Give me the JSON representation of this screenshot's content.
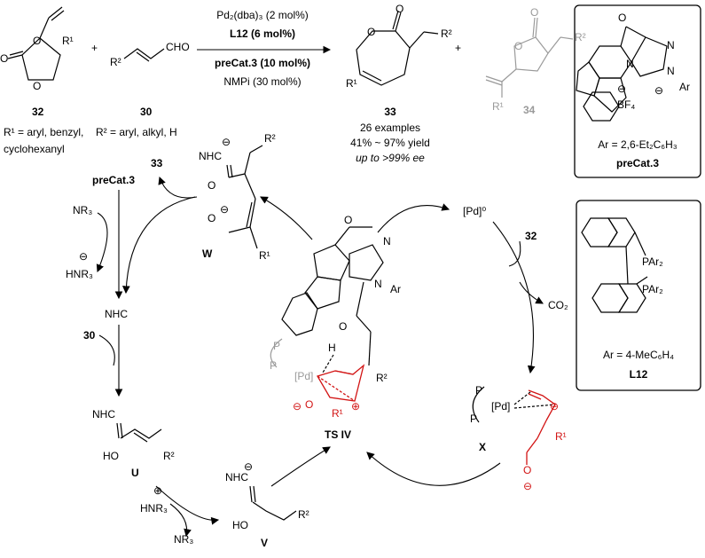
{
  "reaction": {
    "reagents": [
      "Pd₂(dba)₃ (2 mol%)",
      "L12 (6 mol%)",
      "preCat.3 (10 mol%)",
      "NMPi (30 mol%)"
    ],
    "substrate_a": {
      "number": "32",
      "note_line1": "R¹ = aryl, benzyl,",
      "note_line2": "cyclohexanyl"
    },
    "substrate_b": {
      "number": "30",
      "note": "R² = aryl, alkyl, H",
      "cho": "CHO"
    },
    "product_main": {
      "number": "33",
      "results": [
        "26 examples",
        "41% ~ 97% yield",
        "up to >99% ee"
      ]
    },
    "product_side": {
      "number": "34"
    },
    "plus": "+"
  },
  "precatalyst_box": {
    "name": "preCat.3",
    "ar_def": "Ar = 2,6-Et₂C₆H₃",
    "counterion": "BF₄",
    "ar_label": "Ar"
  },
  "ligand_box": {
    "name": "L12",
    "ar_def": "Ar = 4-MeC₆H₄",
    "pAr2": "PAr₂"
  },
  "cycle": {
    "precat": "preCat.3",
    "nr3": "NR₃",
    "hnr3_minus": "HNR₃",
    "nhc": "NHC",
    "reagent_30": "30",
    "reagent_32": "32",
    "product_33": "33",
    "co2": "CO₂",
    "pd0": "[Pd]⁰",
    "intermediates": {
      "U": "U",
      "V": "V",
      "W": "W",
      "X": "X",
      "TS": "TS IV"
    },
    "hnr3_plus": "HNR₃",
    "nr3_out": "NR₃",
    "ho": "HO",
    "o": "O",
    "h": "H",
    "pd": "[Pd]",
    "p": "P",
    "r1": "R¹",
    "r2": "R²",
    "ar": "Ar",
    "n": "N",
    "minus": "⊖",
    "plus_circ": "⊕"
  }
}
